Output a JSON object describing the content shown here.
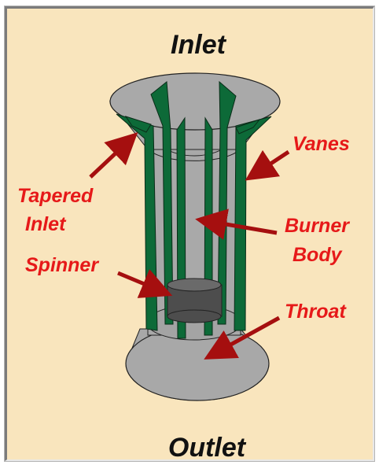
{
  "diagram": {
    "title_top": "Inlet",
    "title_bottom": "Outlet",
    "labels": {
      "vanes": "Vanes",
      "tapered_inlet_1": "Tapered",
      "tapered_inlet_2": "Inlet",
      "burner_body_1": "Burner",
      "burner_body_2": "Body",
      "spinner": "Spinner",
      "throat": "Throat"
    },
    "colors": {
      "background": "#f9e5bd",
      "body_gray": "#a9a9a9",
      "vane_green": "#0f6a3a",
      "label_red": "#e61919",
      "arrow_red": "#b01010",
      "spinner_dark": "#555555"
    }
  }
}
